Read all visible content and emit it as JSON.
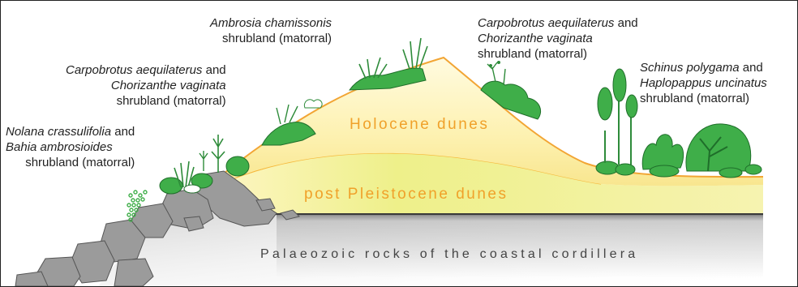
{
  "labels": {
    "nolana": {
      "species_1": "Nolana crassulifolia",
      "and_1": " and",
      "species_2": "Bahia ambrosioides",
      "desc": "shrubland (matorral)"
    },
    "carpobrotus_left": {
      "species_1": "Carpobrotus aequilaterus",
      "and_1": " and",
      "species_2": "Chorizanthe vaginata",
      "desc": "shrubland (matorral)"
    },
    "ambrosia": {
      "species_1": "Ambrosia chamissonis",
      "desc": "shrubland (matorral)"
    },
    "carpobrotus_right": {
      "species_1": "Carpobrotus aequilaterus",
      "and_1": " and",
      "species_2": "Chorizanthe vaginata",
      "desc": "shrubland (matorral)"
    },
    "schinus": {
      "species_1": "Schinus polygama",
      "and_1": " and",
      "species_2": "Haplopappus uncinatus",
      "desc": "shrubland (matorral)"
    }
  },
  "layers": {
    "holocene": "Holocene dunes",
    "pleistocene": "post Pleistocene dunes",
    "palaeozoic": "Palaeozoic rocks of the coastal cordillera"
  },
  "colors": {
    "holocene_fill": "#fdf0a8",
    "dune_outline": "#f2a534",
    "pleistocene_fill": "#e3ea7a",
    "rock_fill": "#9a9a9a",
    "plant_green": "#3fae49",
    "plant_dark": "#1f6e2a"
  }
}
